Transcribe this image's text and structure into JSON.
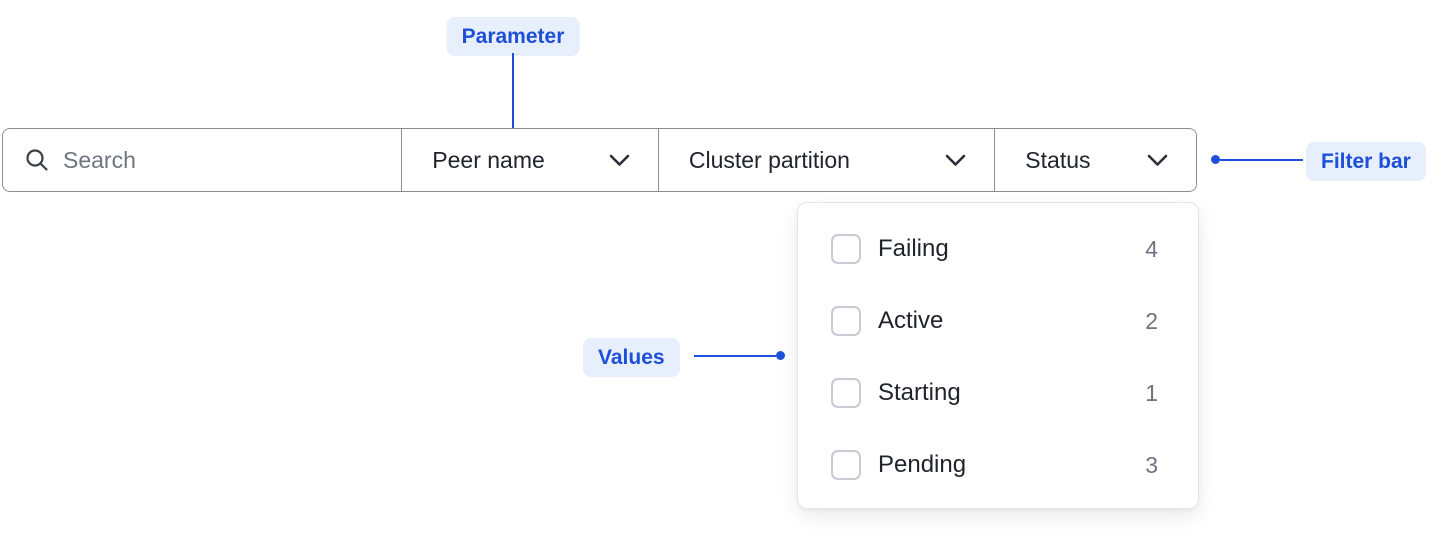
{
  "annotations": {
    "parameter": "Parameter",
    "filter_bar": "Filter bar",
    "values": "Values"
  },
  "filter_bar": {
    "search_placeholder": "Search",
    "dropdowns": [
      {
        "label": "Peer name"
      },
      {
        "label": "Cluster partition"
      },
      {
        "label": "Status"
      }
    ]
  },
  "status_options": [
    {
      "label": "Failing",
      "count": "4",
      "checked": false
    },
    {
      "label": "Active",
      "count": "2",
      "checked": false
    },
    {
      "label": "Starting",
      "count": "1",
      "checked": false
    },
    {
      "label": "Pending",
      "count": "3",
      "checked": false
    }
  ],
  "colors": {
    "accent": "#1d4fd8",
    "accent_bg": "#e7effc",
    "border_gray": "#878e98",
    "text_dark": "#20242c",
    "text_muted": "#6e7580"
  }
}
